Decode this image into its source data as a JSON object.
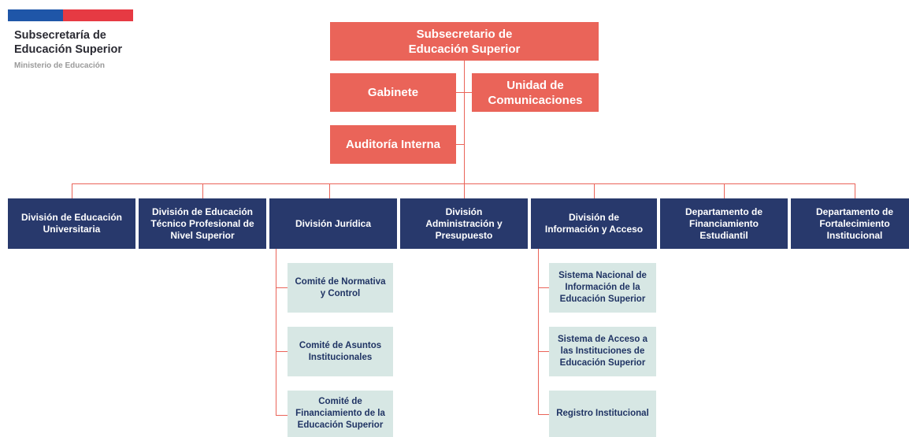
{
  "logo": {
    "line1": "Subsecretaría de",
    "line2": "Educación Superior",
    "ministry": "Ministerio de Educación",
    "bar_colors": [
      "#1f56a8",
      "#e63a43"
    ]
  },
  "colors": {
    "top_boxes": "#ea6459",
    "divisions": "#28396c",
    "sub_units": "#d7e7e4",
    "connectors": "#ea6459"
  },
  "top": {
    "head": "Subsecretario de\nEducación Superior",
    "gabinete": "Gabinete",
    "comunicaciones": "Unidad de\nComunicaciones",
    "auditoria": "Auditoría Interna"
  },
  "divisions": [
    "División de Educación\nUniversitaria",
    "División de Educación\nTécnico Profesional de\nNivel Superior",
    "División Jurídica",
    "División\nAdministración y\nPresupuesto",
    "División de\nInformación y Acceso",
    "Departamento de\nFinanciamiento\nEstudiantil",
    "Departamento de\nFortalecimiento\nInstitucional"
  ],
  "juridica_units": [
    "Comité de Normativa\ny Control",
    "Comité de Asuntos\nInstitucionales",
    "Comité de\nFinanciamiento de la\nEducación Superior"
  ],
  "informacion_units": [
    "Sistema Nacional de\nInformación de la\nEducación Superior",
    "Sistema de Acceso a\nlas Instituciones de\nEducación Superior",
    "Registro Institucional"
  ]
}
